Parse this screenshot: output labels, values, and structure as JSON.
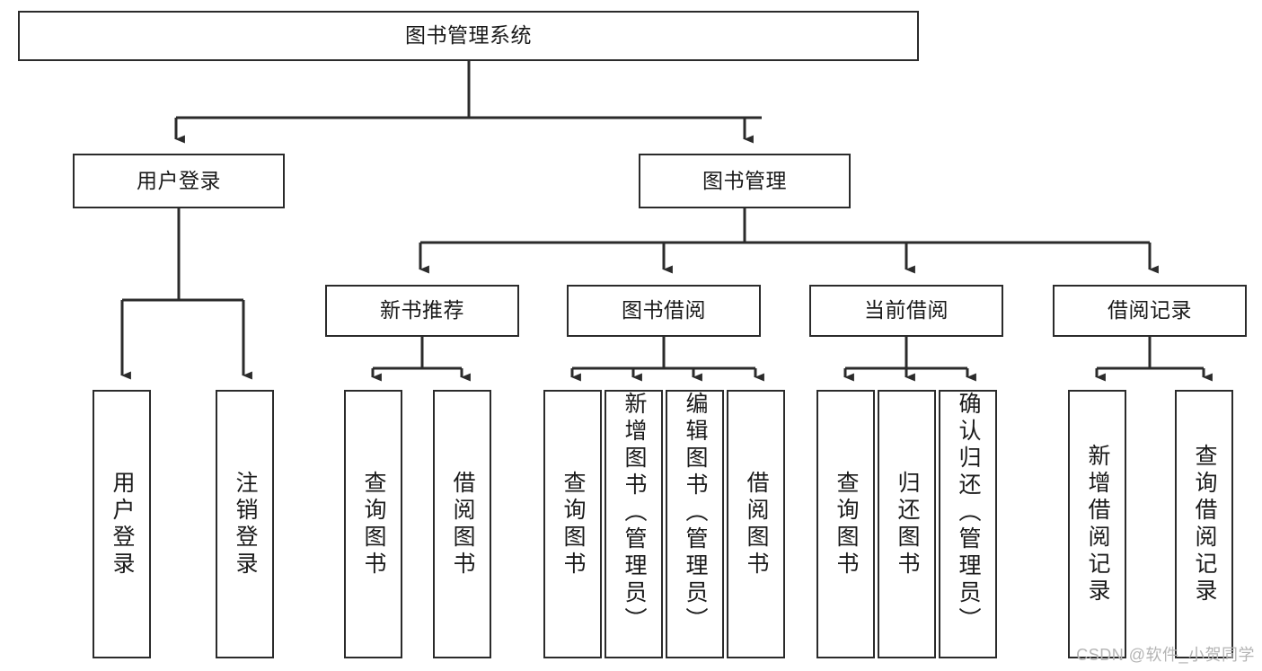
{
  "diagram": {
    "title": "图书管理系统",
    "type": "hierarchy-tree",
    "root": {
      "id": "root",
      "label": "图书管理系统"
    },
    "level2": [
      {
        "id": "user-login",
        "label": "用户登录"
      },
      {
        "id": "book-manage",
        "label": "图书管理"
      }
    ],
    "level3": [
      {
        "id": "new-book-recommend",
        "label": "新书推荐",
        "parent": "book-manage"
      },
      {
        "id": "book-borrow",
        "label": "图书借阅",
        "parent": "book-manage"
      },
      {
        "id": "current-borrow",
        "label": "当前借阅",
        "parent": "book-manage"
      },
      {
        "id": "borrow-record",
        "label": "借阅记录",
        "parent": "book-manage"
      }
    ],
    "leaves": [
      {
        "id": "leaf-user-login",
        "label": "用户登录",
        "parent": "user-login"
      },
      {
        "id": "leaf-user-logout",
        "label": "注销登录",
        "parent": "user-login"
      },
      {
        "id": "leaf-query-book-1",
        "label": "查询图书",
        "parent": "new-book-recommend"
      },
      {
        "id": "leaf-borrow-book-1",
        "label": "借阅图书",
        "parent": "new-book-recommend"
      },
      {
        "id": "leaf-query-book-2",
        "label": "查询图书",
        "parent": "book-borrow"
      },
      {
        "id": "leaf-add-book",
        "label": "新增图书（管理员）",
        "parent": "book-borrow"
      },
      {
        "id": "leaf-edit-book",
        "label": "编辑图书（管理员）",
        "parent": "book-borrow"
      },
      {
        "id": "leaf-borrow-book-2",
        "label": "借阅图书",
        "parent": "book-borrow"
      },
      {
        "id": "leaf-query-book-3",
        "label": "查询图书",
        "parent": "current-borrow"
      },
      {
        "id": "leaf-return-book",
        "label": "归还图书",
        "parent": "current-borrow"
      },
      {
        "id": "leaf-confirm-return",
        "label": "确认归还（管理员）",
        "parent": "current-borrow"
      },
      {
        "id": "leaf-add-record",
        "label": "新增借阅记录",
        "parent": "borrow-record"
      },
      {
        "id": "leaf-query-record",
        "label": "查询借阅记录",
        "parent": "borrow-record"
      }
    ],
    "colors": {
      "border": "#2b2b2b",
      "background": "#ffffff",
      "text": "#1a1a1a",
      "connector": "#2b2b2b",
      "watermark": "#b4b4b4"
    }
  },
  "watermark": {
    "text": "CSDN @软件_小贺同学"
  }
}
